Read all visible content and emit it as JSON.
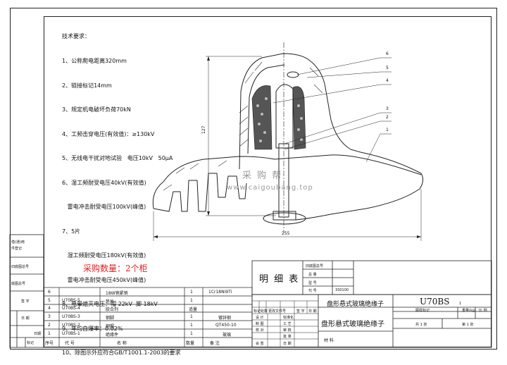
{
  "requirements": {
    "title": "技术要求：",
    "items": [
      "1、公称爬电距离320mm",
      "2、链接标记14mm",
      "3、规定机电破坏负荷70kN",
      "4、工频击穿电压(有效值)：≥130kV",
      "5、无线电干扰对地试验   电压10kV   50μA",
      "6、湿工频耐受电压40kV(有效值)",
      "   雷电冲击耐受电压100kV(峰值)",
      "7、5片",
      "   湿工频耐受电压180kV(有效值)",
      "   雷电冲击耐受电压450kV(峰值)",
      "8、电晕熄灭电压：帽 22kV  脚 18kV",
      "9、年均自爆率：0.02%",
      "10、除图示外应符合GB/T1001.1-2003的要求"
    ]
  },
  "drawing": {
    "height_dim": "127",
    "width_dim": "255",
    "part_numbers": [
      "6",
      "5",
      "4",
      "3",
      "2",
      "1"
    ],
    "watermark_cn": "采   购   帮",
    "watermark_url": "www.caigoubang.top"
  },
  "purchase_note": "采购数量：2个柜",
  "left_strip": [
    "借(通)用",
    "件登记",
    "旧底图总号",
    "底图总号",
    "签  字",
    "日  期",
    "标记",
    "日期"
  ],
  "bom": {
    "headers": [
      "序号",
      "代      号",
      "名          称",
      "数量",
      "备      注"
    ],
    "rows": [
      [
        "6",
        "",
        "18W销紧销",
        "1",
        "1Cr18Ni9Ti"
      ],
      [
        "5",
        "U70BS-5",
        "垫片",
        "1",
        ""
      ],
      [
        "4",
        "U70BS-4",
        "胶合剂",
        "适量",
        ""
      ],
      [
        "3",
        "U70BS-3",
        "钢脚",
        "1",
        "镀锌钢"
      ],
      [
        "2",
        "U70BS-2",
        "钢帽",
        "1",
        "QT450-10"
      ],
      [
        "1",
        "U70BS-1",
        "绝缘件",
        "1",
        "玻璃"
      ]
    ]
  },
  "detail_list": {
    "title": "明 细 表",
    "labels": [
      "旧底图总号",
      "总  量",
      "型  号",
      "代  号"
    ],
    "code": "330100"
  },
  "title_block": {
    "name_top": "盘形悬式玻璃绝缘子",
    "name_main": "盘形悬式玻璃绝缘子",
    "code": "U70BS",
    "sub_labels": [
      "图样标记",
      "重量(kg)",
      "比  例"
    ],
    "sheet_total": "共 1 张",
    "sheet_no": "第 1 张",
    "material_label": "材  料",
    "left_rows": [
      "标记",
      "处数",
      "更改文件号",
      "签  字",
      "日  期"
    ],
    "roles": [
      [
        "设 计",
        "标准化"
      ],
      [
        "制 图",
        "工 艺"
      ],
      [
        "校 对",
        "审 核"
      ],
      [
        "",
        "批 准"
      ],
      [
        "会 签",
        "日 期"
      ]
    ],
    "page_num": "1"
  }
}
